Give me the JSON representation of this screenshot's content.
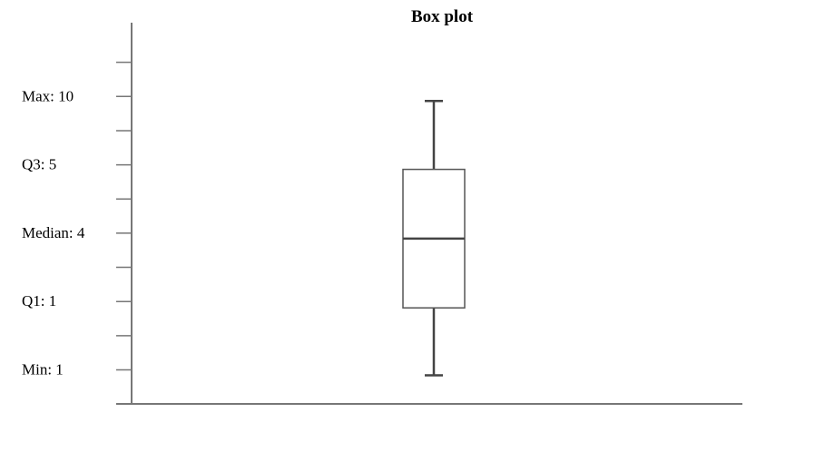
{
  "chart_data": {
    "type": "box",
    "title": "Box plot",
    "xlabel": "",
    "ylabel": "",
    "grid": false,
    "stats": {
      "min": 1,
      "q1": 1,
      "median": 4,
      "q3": 5,
      "max": 10
    },
    "tick_labels": [
      {
        "label": "Max: 10",
        "level": 4
      },
      {
        "label": "Q3: 5",
        "level": 3
      },
      {
        "label": "Median: 4",
        "level": 2
      },
      {
        "label": "Q1: 1",
        "level": 1
      },
      {
        "label": "Min: 1",
        "level": 0
      }
    ],
    "colors": {
      "axis": "#777777",
      "box_stroke": "#555555",
      "whisker": "#444444",
      "median": "#444444",
      "text": "#000000"
    }
  }
}
